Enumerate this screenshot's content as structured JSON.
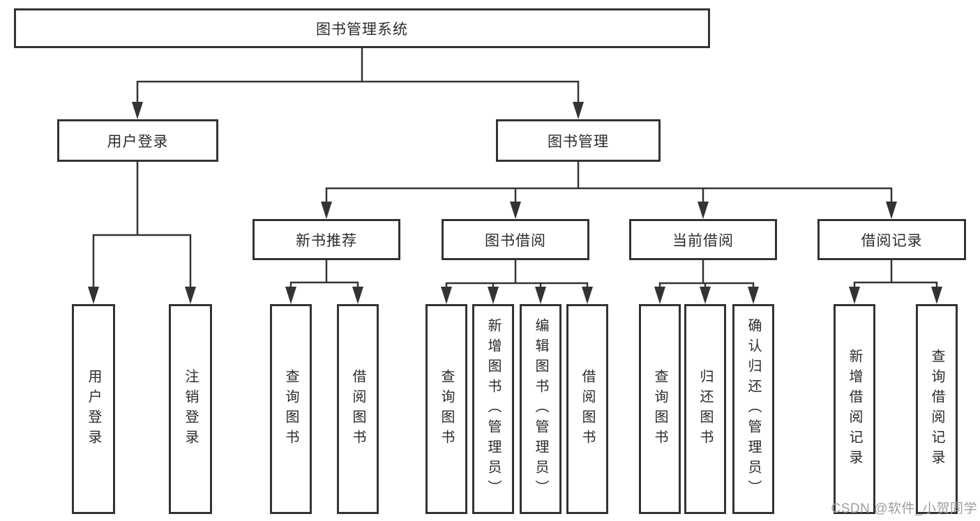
{
  "diagram_title": "图书管理系统",
  "colors": {
    "line": "#333333",
    "text": "#2b2b2b",
    "watermark": "#9e9e9e",
    "background": "#ffffff"
  },
  "tree": {
    "root": "图书管理系统",
    "children": [
      {
        "label": "用户登录",
        "leaves": [
          "用户登录",
          "注销登录"
        ]
      },
      {
        "label": "图书管理",
        "children": [
          {
            "label": "新书推荐",
            "leaves": [
              "查询图书",
              "借阅图书"
            ]
          },
          {
            "label": "图书借阅",
            "leaves": [
              "查询图书",
              "新增图书（管理员）",
              "编辑图书（管理员）",
              "借阅图书"
            ]
          },
          {
            "label": "当前借阅",
            "leaves": [
              "查询图书",
              "归还图书",
              "确认归还（管理员）"
            ]
          },
          {
            "label": "借阅记录",
            "leaves": [
              "新增借阅记录",
              "查询借阅记录"
            ]
          }
        ]
      }
    ]
  },
  "watermark": "CSDN @软件_小贺同学"
}
